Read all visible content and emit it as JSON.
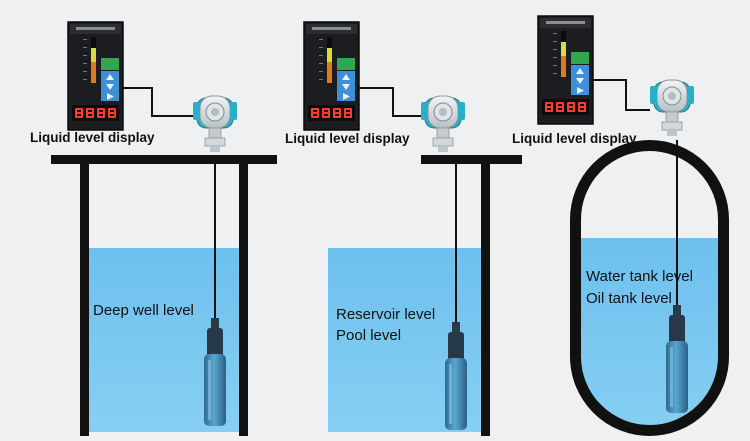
{
  "labels": {
    "display_1": "Liquid level display",
    "display_2": "Liquid level display",
    "display_3": "Liquid level display",
    "deep_well": "Deep well level",
    "reservoir": "Reservoir level",
    "pool": "Pool level",
    "water_tank": "Water tank level",
    "oil_tank": "Oil tank level"
  },
  "colors": {
    "background": "#eef0f1",
    "liquid": "#74c4ef",
    "tank_wall": "#111111",
    "display_body": "#1c1d20",
    "display_green": "#2fa84f",
    "display_blue": "#3d8fd8",
    "led_red": "#ff3b2a",
    "transmitter_teal": "#28b0c8"
  },
  "icons": [
    "liquid-level-display-icon",
    "pressure-transmitter-icon",
    "submersible-probe-icon"
  ]
}
